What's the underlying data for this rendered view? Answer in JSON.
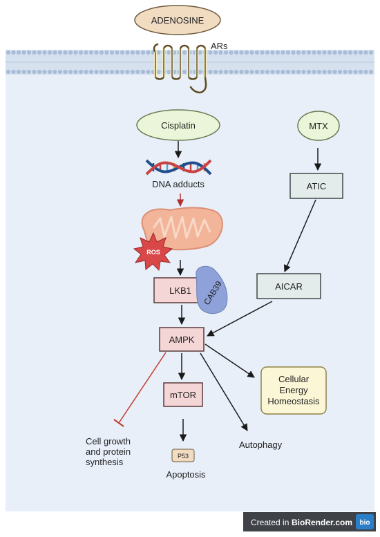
{
  "nodes": {
    "adenosine": "ADENOSINE",
    "ars": "ARs",
    "cisplatin": "Cisplatin",
    "mtx": "MTX",
    "dna_adducts": "DNA adducts",
    "atic": "ATIC",
    "ros": "ROS",
    "lkb1": "LKB1",
    "cab39": "CAB39",
    "aicar": "AICAR",
    "ampk": "AMPK",
    "mtor": "mTOR",
    "cellular_energy": [
      "Cellular",
      "Energy",
      "Homeostasis"
    ],
    "cell_growth": [
      "Cell growth",
      "and protein",
      "synthesis"
    ],
    "autophagy": "Autophagy",
    "p53": "P53",
    "apoptosis": "Apoptosis"
  },
  "footer": {
    "created_in": "Created in",
    "brand": "BioRender.com",
    "logo_text": "bio"
  },
  "colors": {
    "cell_interior": "#e8eff9",
    "membrane": "#c8d6ea",
    "oval_green": "#eaf5d9",
    "oval_tan": "#f1dcc2",
    "box_pink": "#f4d6d6",
    "box_teal": "#e3ecea",
    "box_yellow": "#fbf6d6",
    "ros_red": "#d94848",
    "mito": "#f2b59a",
    "cab39": "#8ea1d8",
    "inhibit_red": "#c0392b"
  }
}
